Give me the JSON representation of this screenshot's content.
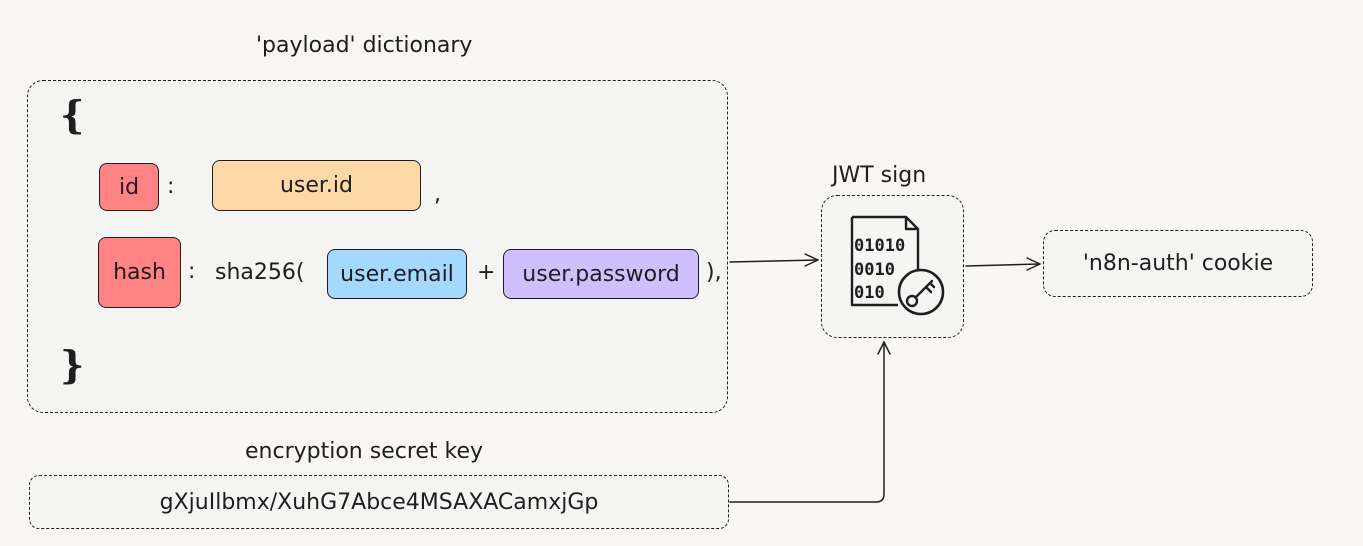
{
  "payload": {
    "title": "'payload' dictionary",
    "open_brace": "{",
    "close_brace": "}",
    "id_key": "id",
    "id_colon": ":",
    "id_value": "user.id",
    "id_comma": ",",
    "hash_key": "hash",
    "hash_colon": ":",
    "hash_func": "sha256(",
    "email_value": "user.email",
    "plus": "+",
    "password_value": "user.password",
    "hash_close": "),"
  },
  "secret": {
    "title": "encryption secret key",
    "value": "gXjuIlbmx/XuhG7Abce4MSAXACamxjGp"
  },
  "jwt": {
    "title": "JWT sign",
    "icon": "binary-file-key-icon",
    "binary_lines": [
      "01010",
      "0010",
      "010"
    ]
  },
  "cookie": {
    "label": "'n8n-auth' cookie"
  },
  "colors": {
    "background": "#f9f7f3",
    "box_fill": "#f5f5f4",
    "red": "#ff8383",
    "orange": "#ffd8a8",
    "blue": "#a5d8ff",
    "purple": "#d0bfff",
    "stroke": "#1e1e1e"
  }
}
